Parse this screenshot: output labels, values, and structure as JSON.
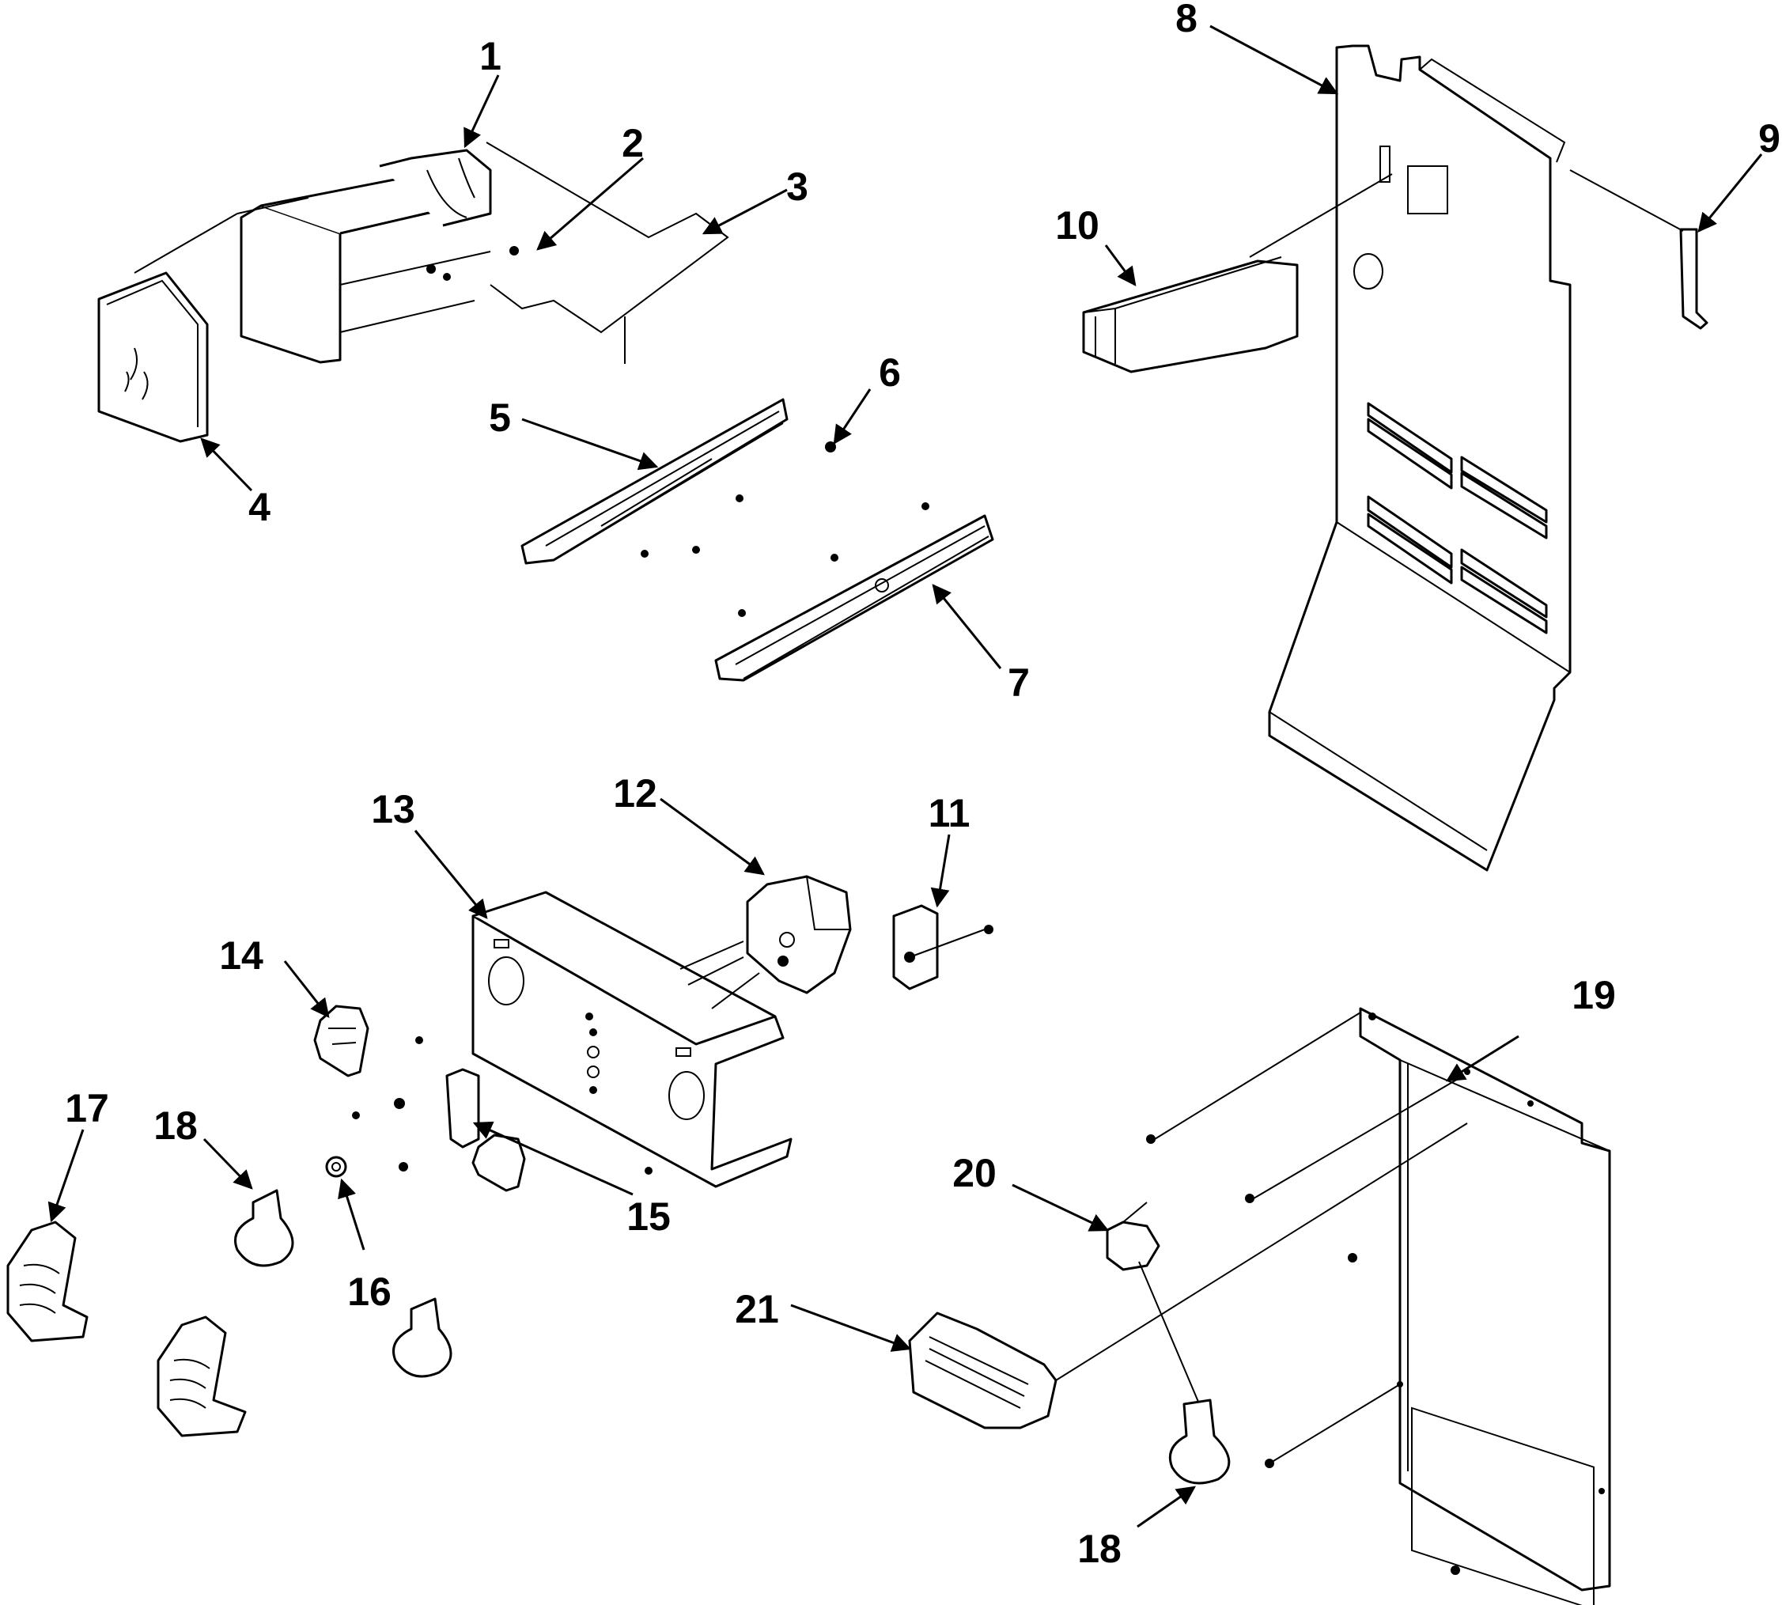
{
  "callouts": [
    {
      "id": "1",
      "text": "1"
    },
    {
      "id": "2",
      "text": "2"
    },
    {
      "id": "3",
      "text": "3"
    },
    {
      "id": "4",
      "text": "4"
    },
    {
      "id": "5",
      "text": "5"
    },
    {
      "id": "6",
      "text": "6"
    },
    {
      "id": "7",
      "text": "7"
    },
    {
      "id": "8",
      "text": "8"
    },
    {
      "id": "9",
      "text": "9"
    },
    {
      "id": "10",
      "text": "10"
    },
    {
      "id": "11",
      "text": "11"
    },
    {
      "id": "12",
      "text": "12"
    },
    {
      "id": "13",
      "text": "13"
    },
    {
      "id": "14",
      "text": "14"
    },
    {
      "id": "15",
      "text": "15"
    },
    {
      "id": "16",
      "text": "16"
    },
    {
      "id": "17",
      "text": "17"
    },
    {
      "id": "18a",
      "text": "18"
    },
    {
      "id": "18b",
      "text": "18"
    },
    {
      "id": "19",
      "text": "19"
    },
    {
      "id": "20",
      "text": "20"
    },
    {
      "id": "21",
      "text": "21"
    }
  ]
}
